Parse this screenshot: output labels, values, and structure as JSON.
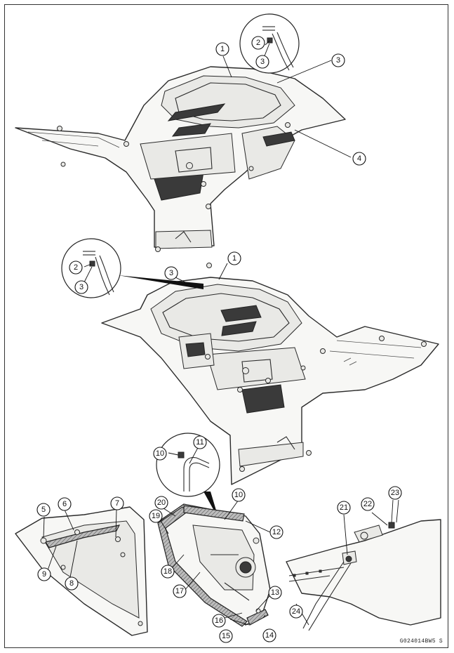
{
  "figure_code": "G024014BW5  S",
  "callouts": {
    "c1": "1",
    "c2": "2",
    "c3": "3",
    "c4": "4",
    "c5": "5",
    "c6": "6",
    "c7": "7",
    "c8": "8",
    "c9": "9",
    "c10": "10",
    "c11": "11",
    "c12": "12",
    "c13": "13",
    "c14": "14",
    "c15": "15",
    "c16": "16",
    "c17": "17",
    "c18": "18",
    "c19": "19",
    "c20": "20",
    "c21": "21",
    "c22": "22",
    "c23": "23",
    "c24": "24"
  }
}
